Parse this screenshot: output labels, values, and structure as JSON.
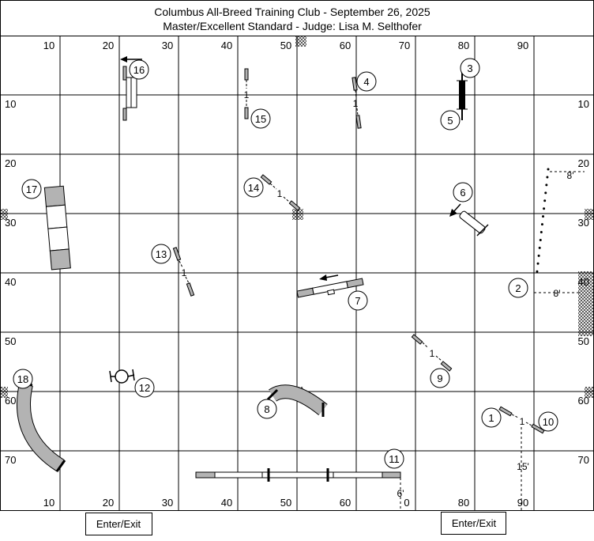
{
  "header": {
    "title": "Columbus All-Breed Training Club - September 26, 2025",
    "subtitle": "Master/Excellent Standard - Judge: Lisa M. Selthofer"
  },
  "axes": {
    "top": [
      "10",
      "20",
      "30",
      "40",
      "50",
      "60",
      "70",
      "80",
      "90"
    ],
    "bottom": [
      "10",
      "20",
      "30",
      "40",
      "50",
      "60",
      "0",
      "80",
      "90"
    ],
    "left": [
      "10",
      "20",
      "30",
      "40",
      "50",
      "60",
      "70"
    ],
    "right": [
      "10",
      "20",
      "30",
      "40",
      "50",
      "60",
      "70"
    ]
  },
  "obstacles": {
    "n1": "1",
    "n2": "2",
    "n3": "3",
    "n4": "4",
    "n5": "5",
    "n6": "6",
    "n7": "7",
    "n8": "8",
    "n9": "9",
    "n10": "10",
    "n11": "11",
    "n12": "12",
    "n13": "13",
    "n14": "14",
    "n15": "15",
    "n16": "16",
    "n17": "17",
    "n18": "18"
  },
  "spacing": {
    "one": "1",
    "d8a": "8'",
    "d8b": "8'",
    "d15": "15'",
    "d6": "6'"
  },
  "exits": {
    "left": "Enter/Exit",
    "right": "Enter/Exit"
  },
  "colors": {
    "grid": "#000000",
    "equipment_fill": "#b3b3b3",
    "bar_fill": "#ffffff"
  }
}
